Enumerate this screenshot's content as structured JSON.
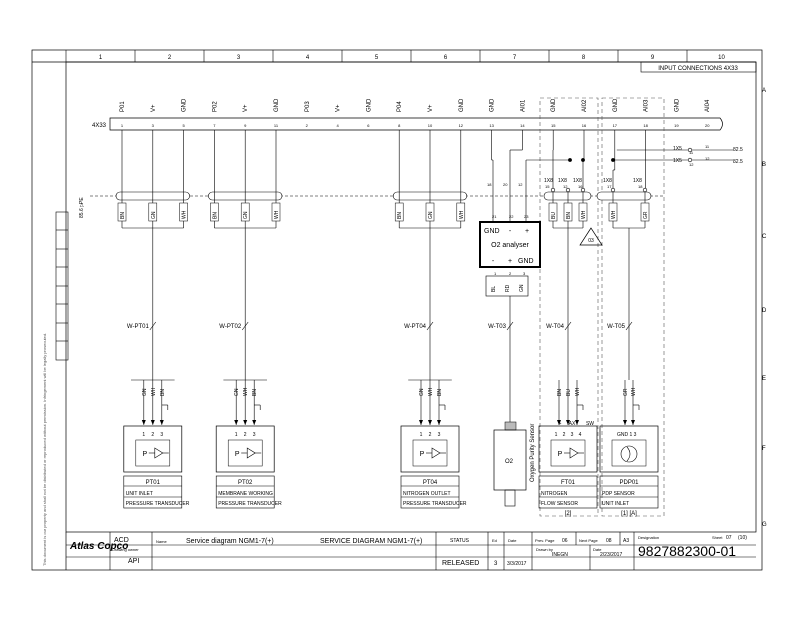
{
  "frame": {
    "columns": [
      "1",
      "2",
      "3",
      "4",
      "5",
      "6",
      "7",
      "8",
      "9",
      "10"
    ],
    "rows": [
      "A",
      "B",
      "C",
      "D",
      "E",
      "F",
      "G"
    ]
  },
  "connector": {
    "title": "INPUT CONNECTIONS 4X33",
    "label": "4X33",
    "pins": [
      {
        "sig": "P01",
        "num": "1"
      },
      {
        "sig": "V+",
        "num": "3"
      },
      {
        "sig": "GND",
        "num": "5"
      },
      {
        "sig": "P02",
        "num": "7"
      },
      {
        "sig": "V+",
        "num": "9"
      },
      {
        "sig": "GND",
        "num": "11"
      },
      {
        "sig": "P03",
        "num": "2"
      },
      {
        "sig": "V+",
        "num": "4"
      },
      {
        "sig": "GND",
        "num": "6"
      },
      {
        "sig": "P04",
        "num": "8"
      },
      {
        "sig": "V+",
        "num": "10"
      },
      {
        "sig": "GND",
        "num": "12"
      },
      {
        "sig": "GND",
        "num": "13"
      },
      {
        "sig": "AI01",
        "num": "14"
      },
      {
        "sig": "GND",
        "num": "15"
      },
      {
        "sig": "AI02",
        "num": "16"
      },
      {
        "sig": "GND",
        "num": "17"
      },
      {
        "sig": "AI03",
        "num": "18"
      },
      {
        "sig": "GND",
        "num": "19"
      },
      {
        "sig": "AI04",
        "num": "20"
      }
    ]
  },
  "ground": {
    "label": "85.6 ▷",
    "tag": "PE"
  },
  "terminals": {
    "o2_wire_nums": [
      "18",
      "20",
      "12"
    ],
    "tb1": {
      "name": "1X8",
      "pin": "15"
    },
    "tb2": {
      "name": "1X8",
      "pin": "12"
    },
    "tb3": {
      "name": "1X8",
      "pin": "16"
    },
    "tb4": {
      "name": "1X8",
      "pin": "17"
    },
    "tb5": {
      "name": "1X8",
      "pin": "18"
    },
    "x1": {
      "name": "1X5",
      "pin": "11",
      "wire": "11",
      "ref": "82.5"
    },
    "x2": {
      "name": "1X5",
      "pin": "12",
      "wire": "12",
      "ref": "82.5"
    }
  },
  "wire_colors": {
    "bn": "BN",
    "gn": "GN",
    "wh": "WH",
    "bu": "BU",
    "gr": "GR",
    "bl": "BL",
    "rd": "RD"
  },
  "o2": {
    "title": "O2 analyser",
    "top": [
      "GND",
      "-",
      "+"
    ],
    "bottom": [
      "-",
      "+",
      "GND"
    ],
    "pins_top": [
      "21",
      "22",
      "23"
    ],
    "pins_bottom": [
      "1",
      "2",
      "3"
    ]
  },
  "triangle_label": "03",
  "cables": [
    "W-PT01",
    "W-PT02",
    "W-PT04",
    "W-T03",
    "W-T04",
    "W-T05"
  ],
  "devices": [
    {
      "tag": "PT01",
      "l1": "UNIT INLET",
      "l2": "PRESSURE TRANSDUCER"
    },
    {
      "tag": "PT02",
      "l1": "MEMBRANE WORKING",
      "l2": "PRESSURE TRANSDUCER"
    },
    {
      "tag": "PT04",
      "l1": "NITROGEN OUTLET",
      "l2": "PRESSURE TRANSDUCER"
    },
    {
      "tag": "FT01",
      "l1": "NITROGEN",
      "l2": "FLOW SENSOR",
      "note": "[2]"
    },
    {
      "tag": "PDP01",
      "l1": "PDP SENSOR",
      "l2": "UNIT INLET",
      "note": "[1] [A]"
    }
  ],
  "device_misc": {
    "p_glyph": "P",
    "ft_pins": [
      "+",
      "AX",
      "SW"
    ],
    "pdp_pins": "GND 1 3",
    "pin_nums": [
      "1",
      "2",
      "3"
    ],
    "ft_nums": [
      "1",
      "2",
      "3",
      "4"
    ]
  },
  "oxygen": {
    "tag": "O2",
    "label": "Oxygen Purity Sensor"
  },
  "side_note": "This document is our property and shall not be distributed or reproduced without permission. Infringement will be legally prosecuted.",
  "title_block": {
    "brand": "Atlas Copco",
    "acd": "ACD",
    "owner_label": "Drawing owner",
    "owner": "API",
    "name_label": "Name",
    "name": "Service diagram NGM1-7(+)",
    "desc": "SERVICE DIAGRAM NGM1-7(+)",
    "status_label": "STATUS",
    "status": "RELEASED",
    "ed_label": "Ed",
    "ed": "3",
    "date_label": "Date",
    "date": "3/3/2017",
    "prev_label": "Prev. Page",
    "prev": "06",
    "next_label": "Next Page",
    "next": "08",
    "size": "A3",
    "drawn_label": "Drawn by",
    "drawn": "INEGN",
    "date2_label": "Date",
    "date2": "2/23/2017",
    "designation_label": "Designation",
    "designation": "9827882300-01",
    "sheet_label": "Sheet",
    "sheet": "07",
    "sheets": "(10)"
  }
}
